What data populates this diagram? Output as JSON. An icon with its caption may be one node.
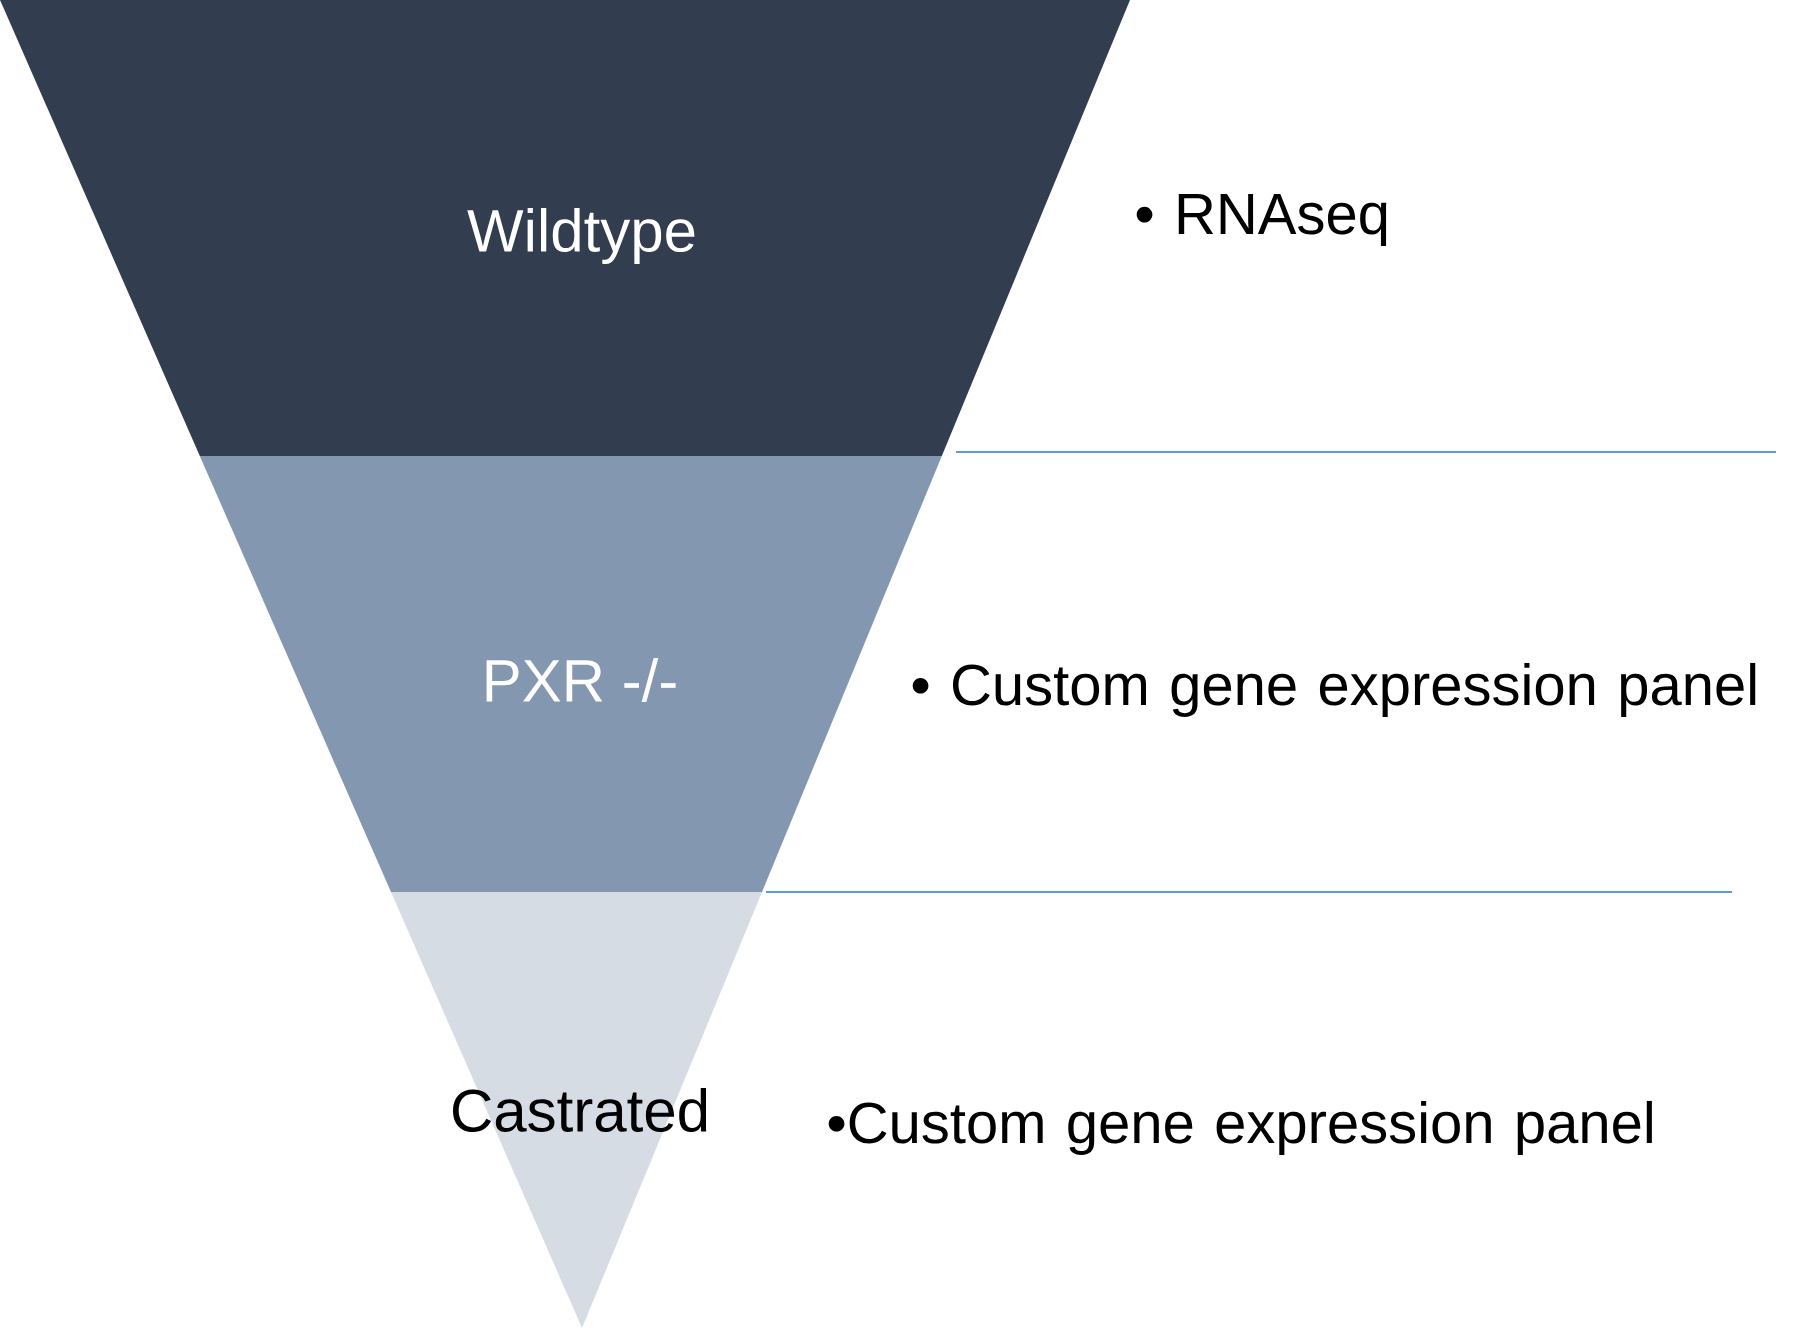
{
  "diagram": {
    "nodes": [
      {
        "text": [
          "Wildtype"
        ],
        "beside": [
          "• RNAseq"
        ]
      },
      {
        "text": [
          "PXR -/-"
        ],
        "beside": [
          "• Custom gene expression panel"
        ]
      },
      {
        "text": [
          "Castrated"
        ],
        "beside": [
          "•Custom gene expression panel"
        ]
      }
    ]
  }
}
